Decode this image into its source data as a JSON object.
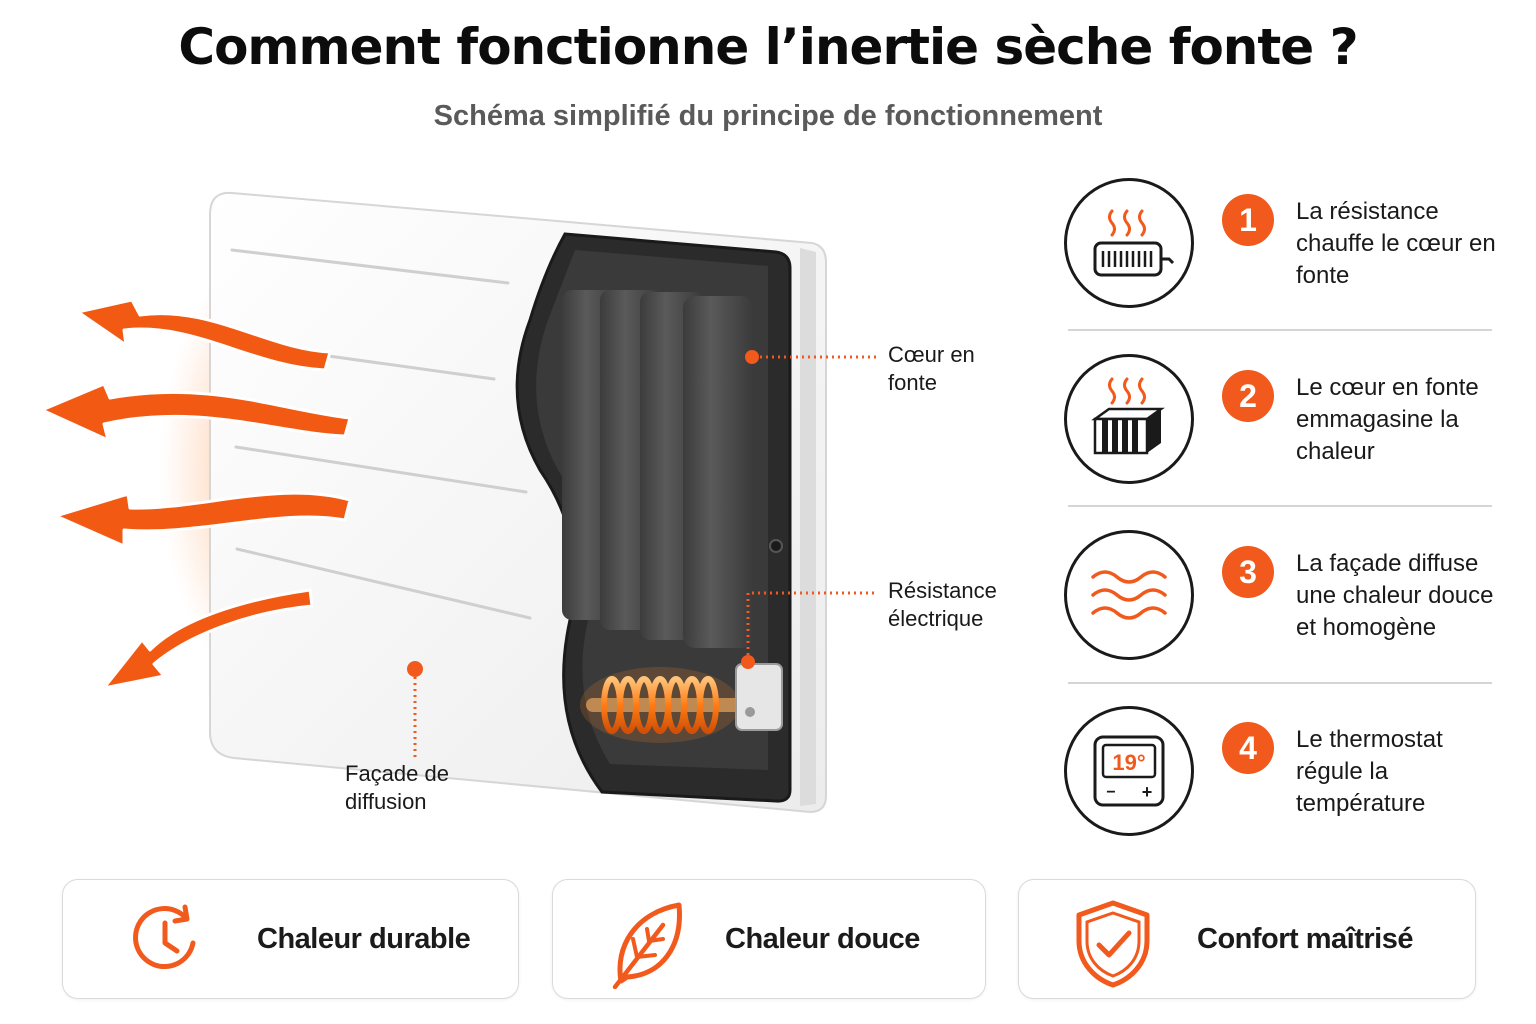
{
  "header": {
    "title": "Comment fonctionne l’inertie sèche fonte ?",
    "subtitle": "Schéma simplifié du principe de fonctionnement"
  },
  "callouts": {
    "coeur": "Cœur en fonte",
    "resistance": "Résistance électrique",
    "facade": "Façade de diffusion"
  },
  "steps": [
    {
      "number": "1",
      "text": "La résistance chauffe le cœur en fonte",
      "icon": "heating-element-icon"
    },
    {
      "number": "2",
      "text": "Le cœur en fonte emmagasine la chaleur",
      "icon": "cast-iron-block-icon"
    },
    {
      "number": "3",
      "text": "La façade diffuse une chaleur douce et homogène",
      "icon": "heat-waves-icon"
    },
    {
      "number": "4",
      "text": "Le thermostat régule la température",
      "icon": "thermostat-icon"
    }
  ],
  "thermostat_display": "19°",
  "thermostat_minus": "−",
  "thermostat_plus": "+",
  "benefits": [
    {
      "label": "Chaleur durable",
      "icon": "clock-icon"
    },
    {
      "label": "Chaleur douce",
      "icon": "leaf-icon"
    },
    {
      "label": "Confort maîtrisé",
      "icon": "shield-check-icon"
    }
  ],
  "colors": {
    "accent": "#f15a1c",
    "cast_iron": "#4a4a4a",
    "panel": "#f4f4f4",
    "text": "#111111"
  }
}
